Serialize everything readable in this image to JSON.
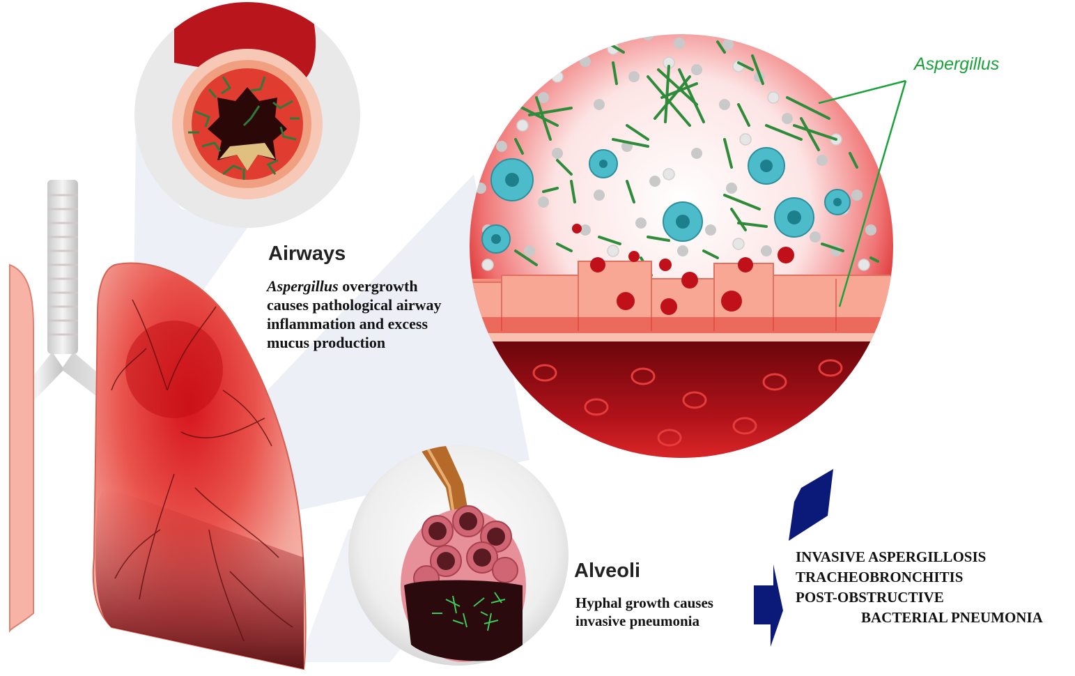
{
  "airways": {
    "title": "Airways",
    "desc_italic": "Aspergillus",
    "desc_rest1": " overgrowth",
    "desc_line2": "causes pathological airway",
    "desc_line3": "inflammation and excess",
    "desc_line4": "mucus production"
  },
  "alveoli": {
    "title": "Alveoli",
    "desc_line1": "Hyphal growth causes",
    "desc_line2": "invasive pneumonia"
  },
  "aspergillus_label": "Aspergillus",
  "outcomes": [
    "INVASIVE ASPERGILLOSIS",
    "TRACHEOBRONCHITIS",
    "POST-OBSTRUCTIVE",
    "BACTERIAL PNEUMONIA"
  ],
  "colors": {
    "hyphae": "#2e8b3a",
    "label_green": "#1aa23a",
    "arrow_navy": "#0b1a78",
    "tissue_red": "#e0302a",
    "blood_dark": "#5a0508",
    "macrophage": "#3fb6c4"
  },
  "icons": [
    "trachea-icon",
    "lung-icon",
    "airway-cross-section-icon",
    "alveolus-icon",
    "aspergillus-hyphae-icon",
    "arrow-icon"
  ]
}
